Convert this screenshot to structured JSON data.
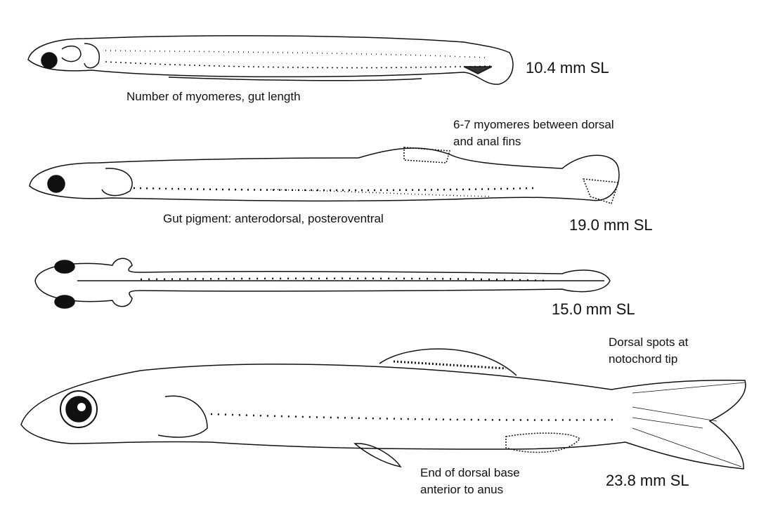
{
  "figure": {
    "stages": [
      {
        "size": "10.4 mm SL",
        "note": "Number of myomeres, gut length"
      },
      {
        "size": "19.0 mm SL",
        "note": "Gut pigment: anterodorsal, posteroventral",
        "fin_note_lines": [
          "6-7 myomeres between dorsal",
          "and anal fins"
        ]
      },
      {
        "size": "15.0 mm SL"
      },
      {
        "size": "23.8 mm SL",
        "note_lines": [
          "End of dorsal base",
          "anterior to anus"
        ],
        "tail_note_lines": [
          "Dorsal spots at",
          "notochord tip"
        ]
      }
    ]
  }
}
